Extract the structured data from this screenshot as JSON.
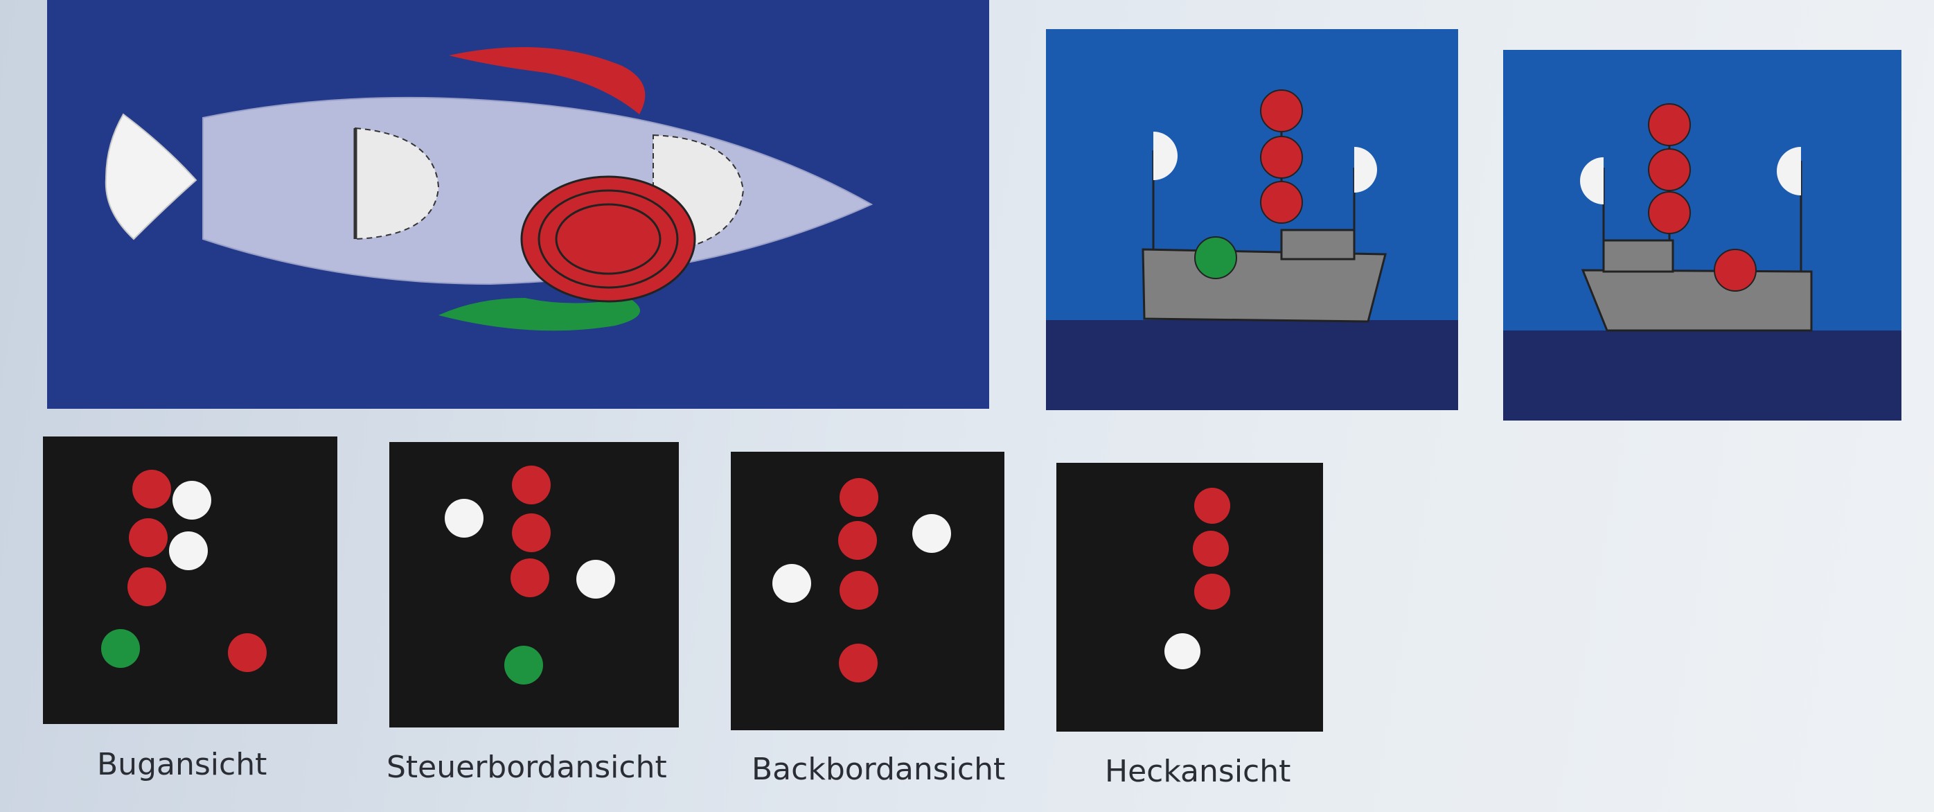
{
  "captions": {
    "bow": "Bugansicht",
    "starboard": "Steuerbordansicht",
    "port": "Backbordansicht",
    "stern": "Heckansicht"
  },
  "colors": {
    "background_blue": "#233a8a",
    "sky_blue": "#1a5bb0",
    "sea_dark": "#1f2b66",
    "night_black": "#171717",
    "red_light": "#c8262c",
    "green_light": "#1f9440",
    "white_light": "#f4f4f4",
    "hull_grey": "#808080"
  },
  "icons": {
    "top_view": "vessel-top-view-illustration",
    "starboard_ship": "ship-starboard-side-illustration",
    "port_ship": "ship-port-side-illustration"
  }
}
